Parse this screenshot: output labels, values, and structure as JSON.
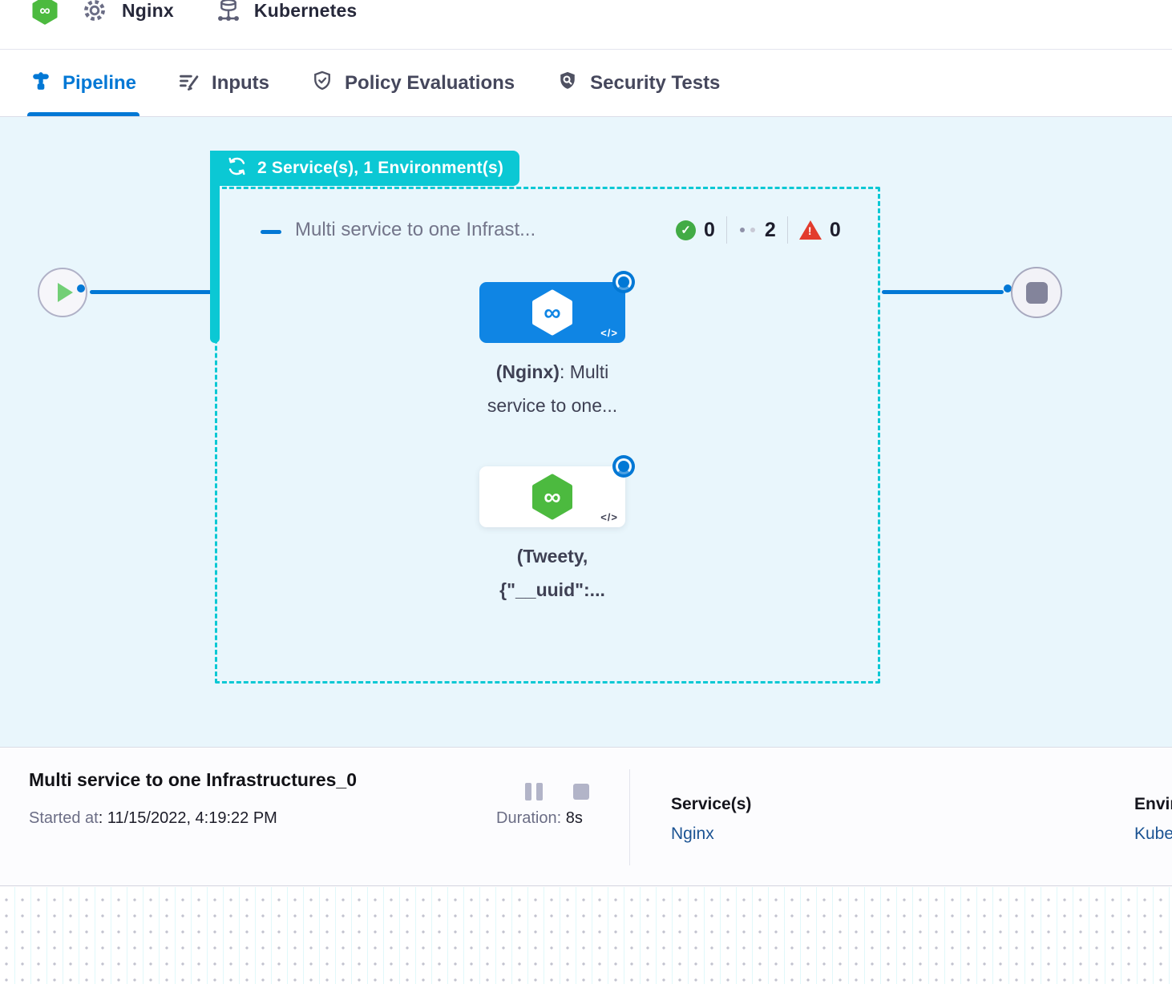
{
  "header": {
    "pipeline_label": "Nginx",
    "environment_label": "Kubernetes"
  },
  "tabs": {
    "pipeline": "Pipeline",
    "inputs": "Inputs",
    "policy": "Policy Evaluations",
    "security": "Security Tests"
  },
  "canvas": {
    "services_badge": "2 Service(s), 1 Environment(s)",
    "stage": {
      "title": "Multi service to one Infrast...",
      "counts": {
        "success": "0",
        "running": "2",
        "failed": "0"
      }
    },
    "nodes": [
      {
        "label_bold": "(Nginx)",
        "label_rest": ": Multi",
        "label_line2": "service to one...",
        "code_icon": "</>"
      },
      {
        "label_bold": "(Tweety,",
        "label_rest": "",
        "label_line2": "{\"__uuid\":...",
        "code_icon": "</>"
      }
    ]
  },
  "footer": {
    "title": "Multi service to one Infrastructures_0",
    "started_label": "Started at",
    "started_value": ": 11/15/2022, 4:19:22 PM",
    "duration_label": "Duration:",
    "duration_value": "8s",
    "services_label": "Service(s)",
    "services_value": "Nginx",
    "environments_label": "Environment(s)",
    "environments_value": "Kubernetes"
  },
  "colors": {
    "primary_blue": "#0278d5",
    "teal": "#0bc8d4",
    "canvas_bg": "#e9f6fc",
    "node_blue": "#0f85e4",
    "logo_green": "#4cba3f",
    "success_green": "#42ab45",
    "failed_red": "#e23c2e",
    "link_blue": "#1b5393"
  }
}
